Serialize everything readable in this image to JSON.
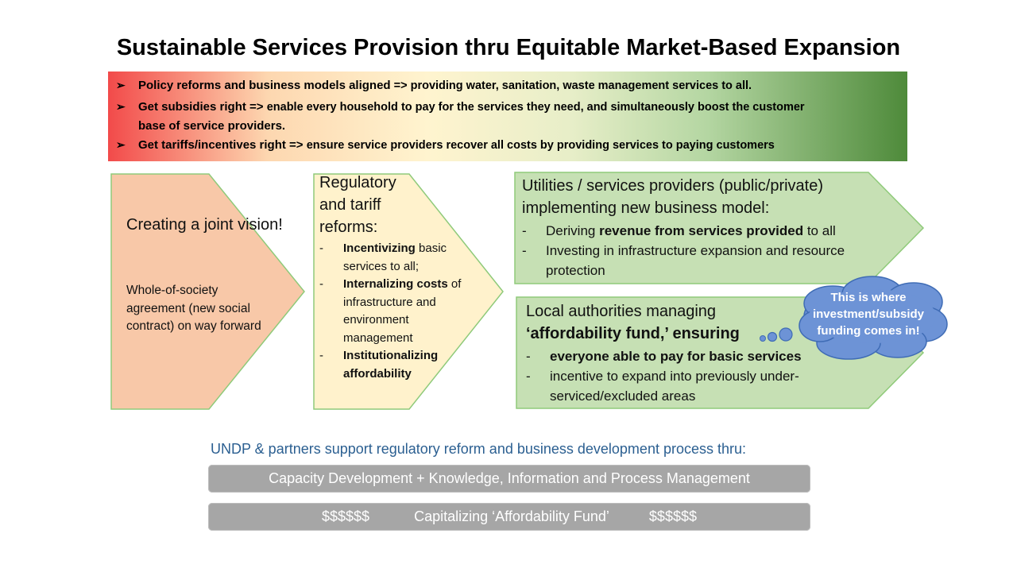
{
  "title": "Sustainable Services Provision thru Equitable Market-Based Expansion",
  "banner": {
    "bullet_symbol": "➢",
    "bullets": [
      {
        "bold": "Policy reforms and business  models aligned",
        "rest": " => providing water, sanitation, waste management services to all."
      },
      {
        "bold": "Get subsidies  right  => ",
        "rest": "enable every household to pay for the services they need, and simultaneously boost the customer",
        "cont": "base of service providers."
      },
      {
        "bold": "Get tariffs/incentives  right  => ",
        "rest": "ensure service providers recover all costs by providing services to paying customers"
      }
    ]
  },
  "box1": {
    "title": "Creating a joint vision!",
    "body": "Whole-of-society agreement (new social contract) on way forward"
  },
  "box2": {
    "title": "Regulatory and tariff reforms:",
    "items": [
      {
        "dash": "-",
        "bold": "Incentivizing",
        "rest": " basic services to all;"
      },
      {
        "dash": "-",
        "bold": "Internalizing costs",
        "rest": " of infrastructure and environment management"
      },
      {
        "dash": "-",
        "bold": "Institutionalizing affordability",
        "rest": ""
      }
    ]
  },
  "box3": {
    "title": "Utilities / services providers (public/private) implementing new business model:",
    "items": [
      {
        "dash": "-",
        "pre": "Deriving ",
        "bold": "revenue from services provided",
        "post": " to all"
      },
      {
        "dash": "-",
        "pre": "Investing in infrastructure expansion and resource protection",
        "bold": "",
        "post": ""
      }
    ]
  },
  "box4": {
    "title_line1": "Local authorities managing",
    "title_line2": "‘affordability fund,’ ensuring",
    "items": [
      {
        "dash": "-",
        "bold": "everyone able to pay for basic services",
        "rest": ""
      },
      {
        "dash": "-",
        "bold": "",
        "rest": "incentive to expand into previously under-serviced/excluded  areas"
      }
    ]
  },
  "cloud": {
    "text": "This is where investment/subsidy funding comes in!"
  },
  "support": {
    "heading": "UNDP & partners support regulatory reform and business development process thru:",
    "bar1": "Capacity Development + Knowledge, Information and Process Management",
    "bar2_left": "$$$$$$",
    "bar2_center": "Capitalizing ‘Affordability Fund’",
    "bar2_right": "$$$$$$"
  },
  "colors": {
    "box1_fill": "#f8c8a8",
    "box2_fill": "#fff2cc",
    "box3_fill": "#c6e0b4",
    "box_stroke": "#8fca7a",
    "cloud_fill": "#6d93d6",
    "cloud_stroke": "#3f6cb5",
    "support_text": "#2b5f91",
    "bar_fill": "#a6a6a6"
  }
}
